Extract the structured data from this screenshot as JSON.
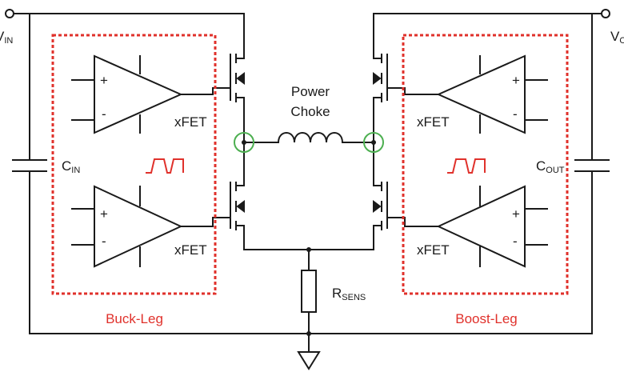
{
  "colors": {
    "wire": "#1a1a1a",
    "box": "#e0312b",
    "node": "#4caf50",
    "pulse": "#e0312b"
  },
  "labels": {
    "vin_main": "V",
    "vin_sub": "IN",
    "vout_main": "V",
    "vout_sub": "O",
    "cin_main": "C",
    "cin_sub": "IN",
    "cout_main": "C",
    "cout_sub": "OUT",
    "choke_line1": "Power",
    "choke_line2": "Choke",
    "rsens_main": "R",
    "rsens_sub": "SENS",
    "xfet": "xFET",
    "plus": "+",
    "minus": "-",
    "buck_leg": "Buck-Leg",
    "boost_leg": "Boost-Leg"
  }
}
